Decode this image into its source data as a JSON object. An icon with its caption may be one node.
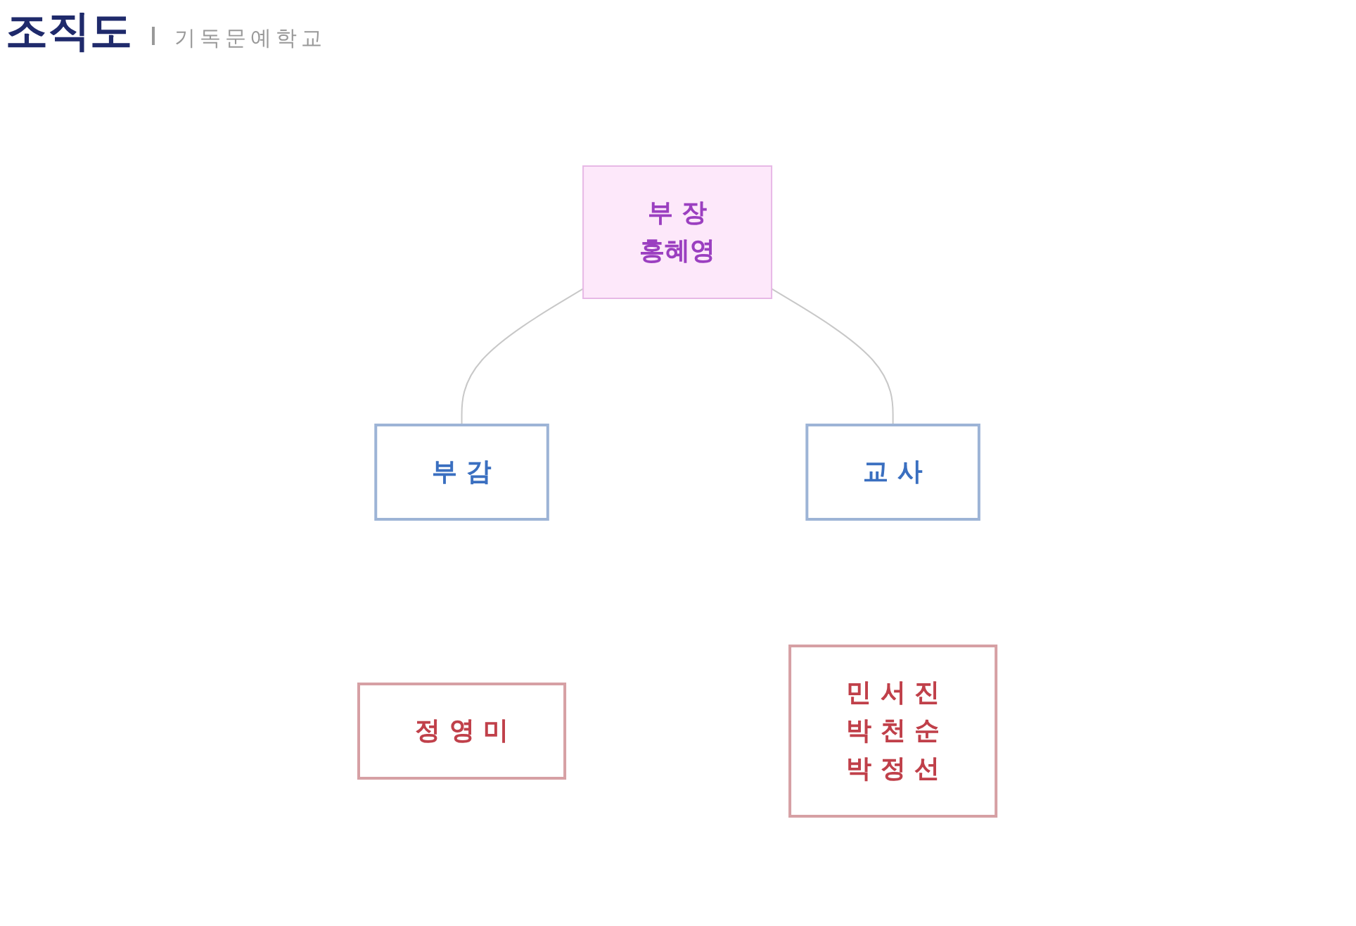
{
  "diagram": {
    "title": "조직도",
    "nodes": [
      {
        "text": [
          "부 장",
          "홍혜영"
        ]
      },
      {
        "text": [
          "부 감"
        ]
      },
      {
        "text": [
          "정 영 미"
        ]
      },
      {
        "text": [
          "교 사"
        ]
      },
      {
        "text": [
          "민 서 진",
          "박 천 순",
          "박 정 선"
        ]
      }
    ],
    "edges": [
      {
        "from": 0,
        "to": 1,
        "arrow": "none"
      },
      {
        "from": 0,
        "to": 3,
        "arrow": "none"
      }
    ],
    "labels": [
      "기독문예학교"
    ]
  }
}
